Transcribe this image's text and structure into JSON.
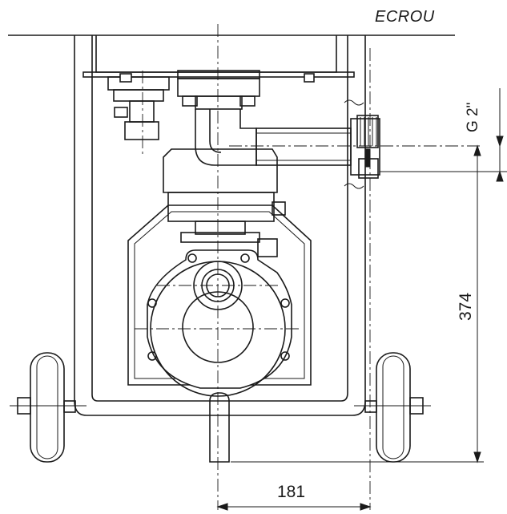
{
  "labels": {
    "nut": "ECROU",
    "thread": "G 2\"",
    "height": "374",
    "width": "181"
  }
}
